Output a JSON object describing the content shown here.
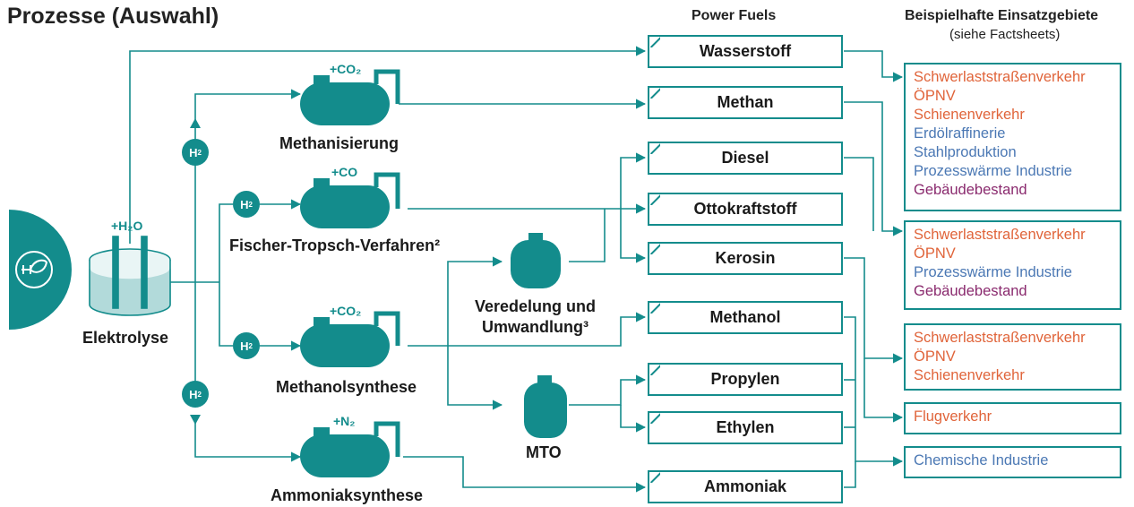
{
  "title": "Prozesse (Auswahl)",
  "header_power_fuels": "Power Fuels",
  "header_uses": "Beispielhafte Einsatzgebiete",
  "header_uses_sub": "(siehe Factsheets)",
  "colors": {
    "teal": "#138c8c",
    "orange": "#e0643a",
    "blue": "#4b78b4",
    "purple": "#8a2a6e"
  },
  "inputs": {
    "electrolysis": "+H₂O",
    "methanisierung": "+CO₂",
    "fischer_tropsch": "+CO",
    "methanolsynthese": "+CO₂",
    "ammoniaksynthese": "+N₂"
  },
  "h2": {
    "label": "H",
    "sub": "2"
  },
  "processes": {
    "elektrolyse": "Elektrolyse",
    "methanisierung": "Methanisierung",
    "fischer_tropsch": "Fischer-Tropsch-Verfahren²",
    "veredelung_1": "Veredelung und",
    "veredelung_2": "Umwandlung³",
    "methanolsynthese": "Methanolsynthese",
    "mto": "MTO",
    "ammoniaksynthese": "Ammoniaksynthese"
  },
  "fuels": [
    "Wasserstoff",
    "Methan",
    "Diesel",
    "Ottokraftstoff",
    "Kerosin",
    "Methanol",
    "Propylen",
    "Ethylen",
    "Ammoniak"
  ],
  "use_groups": [
    {
      "items": [
        {
          "text": "Schwerlaststraßenverkehr",
          "color": "orange"
        },
        {
          "text": "ÖPNV",
          "color": "orange"
        },
        {
          "text": "Schienenverkehr",
          "color": "orange"
        },
        {
          "text": "Erdölraffinerie",
          "color": "blue"
        },
        {
          "text": "Stahlproduktion",
          "color": "blue"
        },
        {
          "text": "Prozesswärme Industrie",
          "color": "blue"
        },
        {
          "text": "Gebäudebestand",
          "color": "purple"
        }
      ]
    },
    {
      "items": [
        {
          "text": "Schwerlaststraßenverkehr",
          "color": "orange"
        },
        {
          "text": "ÖPNV",
          "color": "orange"
        },
        {
          "text": "Prozesswärme Industrie",
          "color": "blue"
        },
        {
          "text": "Gebäudebestand",
          "color": "purple"
        }
      ]
    },
    {
      "items": [
        {
          "text": "Schwerlaststraßenverkehr",
          "color": "orange"
        },
        {
          "text": "ÖPNV",
          "color": "orange"
        },
        {
          "text": "Schienenverkehr",
          "color": "orange"
        }
      ]
    },
    {
      "items": [
        {
          "text": "Flugverkehr",
          "color": "orange"
        }
      ]
    },
    {
      "items": [
        {
          "text": "Chemische Industrie",
          "color": "blue"
        }
      ]
    }
  ]
}
